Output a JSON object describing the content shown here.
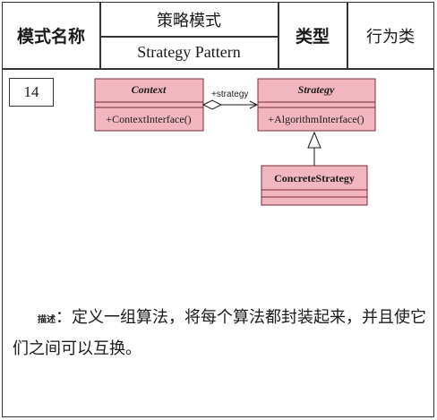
{
  "header": {
    "name_label": "模式名称",
    "pattern_name_cn": "策略模式",
    "pattern_name_en": "Strategy Pattern",
    "type_label": "类型",
    "type_value": "行为类"
  },
  "page_number": "14",
  "diagram": {
    "classes": [
      {
        "name": "Context",
        "operation": "+ContextInterface()"
      },
      {
        "name": "Strategy",
        "operation": "+AlgorithmInterface()"
      },
      {
        "name": "ConcreteStrategy",
        "operation": ""
      }
    ],
    "association_label": "+strategy",
    "colors": {
      "class_fill": "#f2b6c0",
      "class_stroke": "#7a2a3a"
    }
  },
  "description": {
    "label": "描述",
    "separator": "：",
    "text": "定义一组算法，将每个算法都封装起来，并且使它们之间可以互换。"
  }
}
